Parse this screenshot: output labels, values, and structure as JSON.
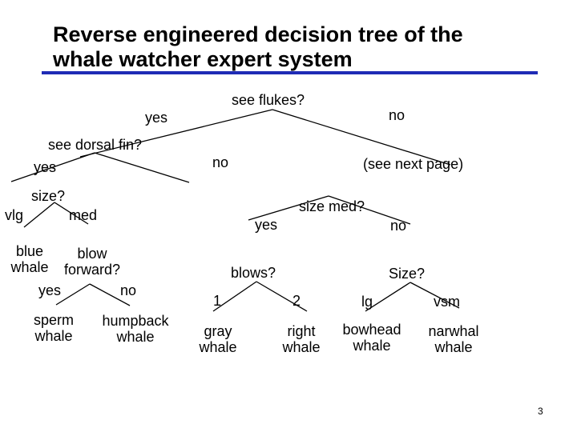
{
  "title": {
    "line1": "Reverse engineered decision tree of the",
    "line2": "whale watcher expert system"
  },
  "colors": {
    "title_rule": "#1f2bb5",
    "text": "#000000"
  },
  "tree": {
    "root": "see flukes?",
    "root_yes": "yes",
    "root_no": "no",
    "dorsal": "see dorsal fin?",
    "dorsal_yes": "yes",
    "dorsal_no": "no",
    "see_next_page": "(see next page)",
    "size": "size?",
    "size_vlg": "vlg",
    "size_med": "med",
    "blue_whale": [
      "blue",
      "whale"
    ],
    "blow_forward": [
      "blow",
      "forward?"
    ],
    "blow_yes": "yes",
    "blow_no": "no",
    "sperm_whale": [
      "sperm",
      "whale"
    ],
    "humpback_whale": [
      "humpback",
      "whale"
    ],
    "size_med_q": "size med?",
    "size_med_yes": "yes",
    "size_med_no": "no",
    "blows": "blows?",
    "blows_1": "1",
    "blows_2": "2",
    "gray_whale": [
      "gray",
      "whale"
    ],
    "right_whale": [
      "right",
      "whale"
    ],
    "size_q": "Size?",
    "size_lg": "lg",
    "size_vsm": "vsm",
    "bowhead_whale": [
      "bowhead",
      "whale"
    ],
    "narwhal_whale": [
      "narwhal",
      "whale"
    ]
  },
  "page_number": "3"
}
